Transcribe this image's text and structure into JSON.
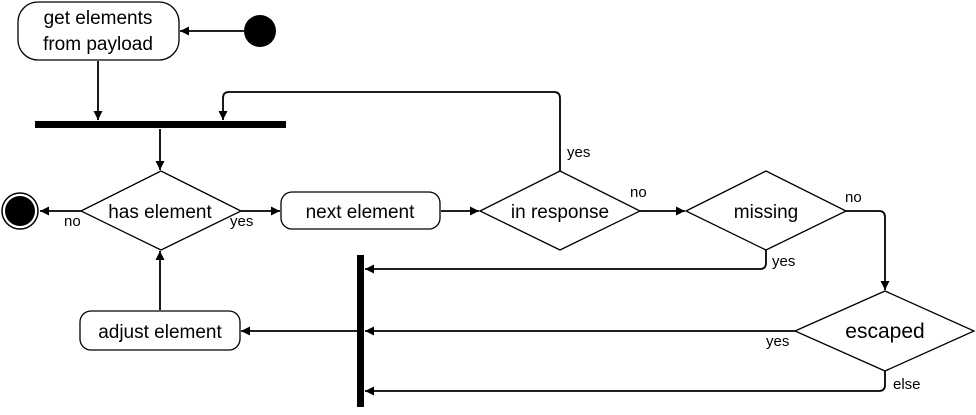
{
  "diagram": {
    "nodes": {
      "get_elements": {
        "line1": "get elements",
        "line2": "from payload"
      },
      "has_element": "has element",
      "next_element": "next element",
      "in_response": "in response",
      "missing": "missing",
      "escaped": "escaped",
      "adjust_element": "adjust element"
    },
    "edges": {
      "has_element_no": "no",
      "has_element_yes": "yes",
      "in_response_yes": "yes",
      "in_response_no": "no",
      "missing_no": "no",
      "missing_yes": "yes",
      "escaped_yes": "yes",
      "escaped_else": "else"
    }
  }
}
